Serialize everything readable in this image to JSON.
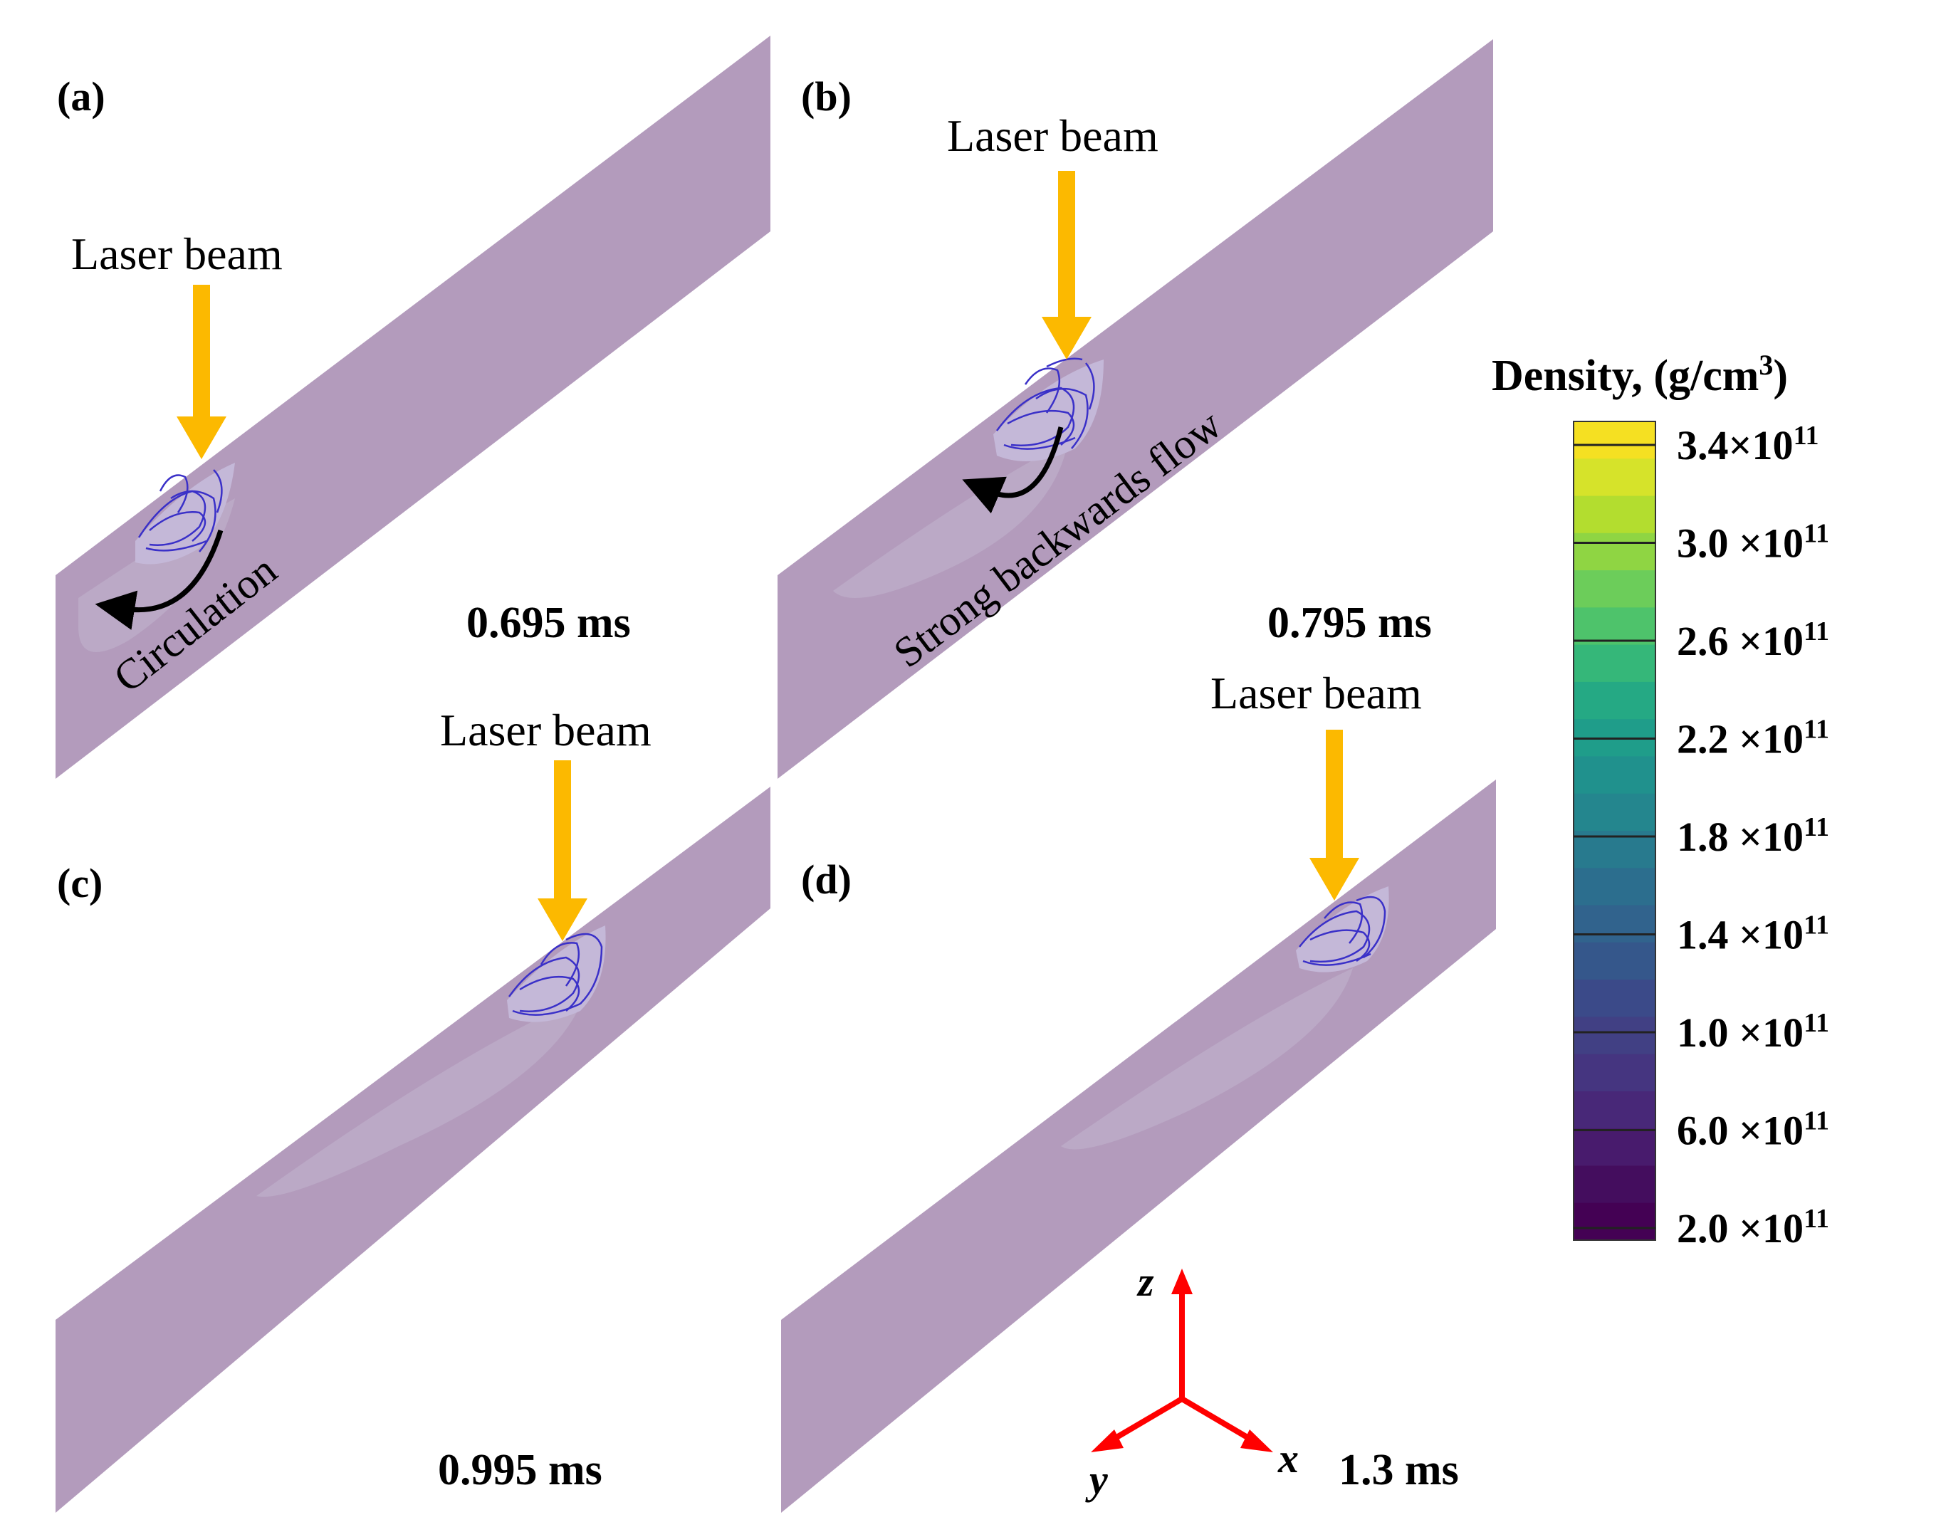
{
  "panels": [
    {
      "label": "(a)",
      "time": "0.695 ms",
      "beam_label": "Laser beam",
      "flow_annotation": "Circulation"
    },
    {
      "label": "(b)",
      "time": "0.795 ms",
      "beam_label": "Laser beam",
      "flow_annotation": "Strong backwards flow"
    },
    {
      "label": "(c)",
      "time": "0.995 ms",
      "beam_label": "Laser beam",
      "flow_annotation": ""
    },
    {
      "label": "(d)",
      "time": "1.3 ms",
      "beam_label": "Laser beam",
      "flow_annotation": ""
    }
  ],
  "colorbar": {
    "title_prefix": "Density, (g/cm",
    "title_exp": "3",
    "title_suffix": ")",
    "ticks": [
      {
        "mant": "3.4×10",
        "exp": "11"
      },
      {
        "mant": "3.0 ×10",
        "exp": "11"
      },
      {
        "mant": "2.6 ×10",
        "exp": "11"
      },
      {
        "mant": "2.2 ×10",
        "exp": "11"
      },
      {
        "mant": "1.8 ×10",
        "exp": "11"
      },
      {
        "mant": "1.4 ×10",
        "exp": "11"
      },
      {
        "mant": "1.0 ×10",
        "exp": "11"
      },
      {
        "mant": "6.0 ×10",
        "exp": "11"
      },
      {
        "mant": "2.0 ×10",
        "exp": "11"
      }
    ],
    "colors_top_to_bottom": [
      "#f5e022",
      "#d6e32a",
      "#b3dd2f",
      "#8fd543",
      "#6ccd5a",
      "#4ec36b",
      "#35b779",
      "#25a984",
      "#1f9d8a",
      "#20918d",
      "#24868e",
      "#287a8e",
      "#2c6e8e",
      "#31638d",
      "#35578b",
      "#3b4a89",
      "#414084",
      "#453580",
      "#482878",
      "#481b6d",
      "#440d5e",
      "#440154"
    ]
  },
  "axes_triad": {
    "z": "z",
    "y": "y",
    "x": "x"
  },
  "colors": {
    "slab": "#b39bbc",
    "melt_pool": "#bcacc8",
    "beam_arrow": "#fcb900",
    "triad": "#ff0000",
    "streamline": "#3a30c8"
  }
}
